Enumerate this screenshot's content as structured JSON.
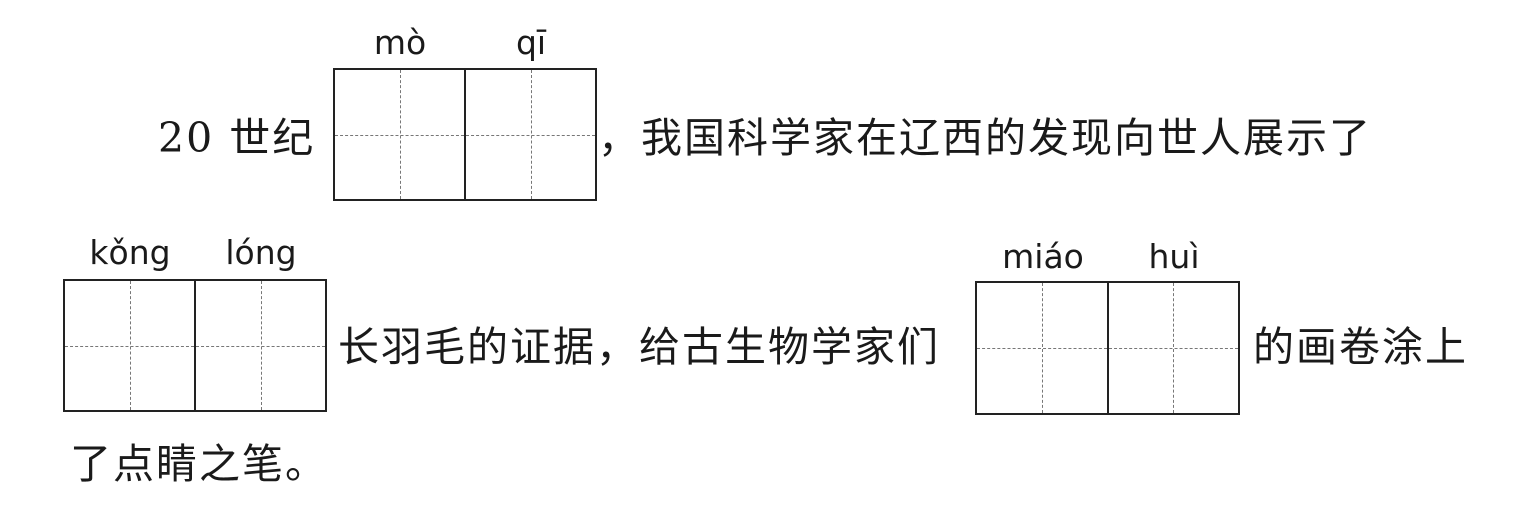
{
  "line1": {
    "before": "20 世纪",
    "after": "，我国科学家在辽西的发现向世人展示了"
  },
  "line2": {
    "middle": "长羽毛的证据，给古生物学家们",
    "after": "的画卷涂上"
  },
  "line3": {
    "text": "了点睛之笔。"
  },
  "blanks": [
    {
      "pinyin": [
        "mò",
        "qī"
      ]
    },
    {
      "pinyin": [
        "kǒng",
        "lóng"
      ]
    },
    {
      "pinyin": [
        "miáo",
        "huì"
      ]
    }
  ]
}
